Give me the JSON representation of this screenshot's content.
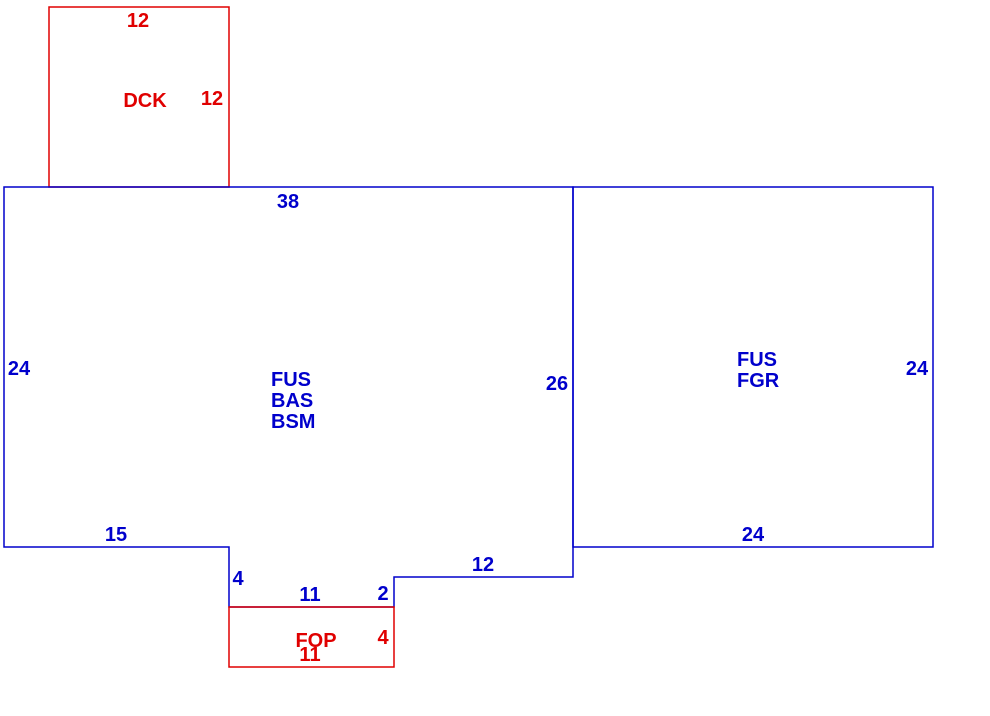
{
  "colors": {
    "main": "#0000cc",
    "addon": "#e00000"
  },
  "deck": {
    "label": "DCK",
    "dim_top": "12",
    "dim_right": "12"
  },
  "main_house": {
    "label_lines": [
      "FUS",
      "BAS",
      "BSM"
    ],
    "dim_top": "38",
    "dim_left": "24",
    "dim_right": "26",
    "dim_bottom_left": "15",
    "dim_notch_left": "4",
    "dim_notch_bottom": "11",
    "dim_notch_right": "2",
    "dim_bottom_right": "12"
  },
  "garage": {
    "label_lines": [
      "FUS",
      "FGR"
    ],
    "dim_right": "24",
    "dim_bottom": "24"
  },
  "porch": {
    "label": "FOP",
    "dim_right": "4",
    "dim_bottom": "11"
  }
}
